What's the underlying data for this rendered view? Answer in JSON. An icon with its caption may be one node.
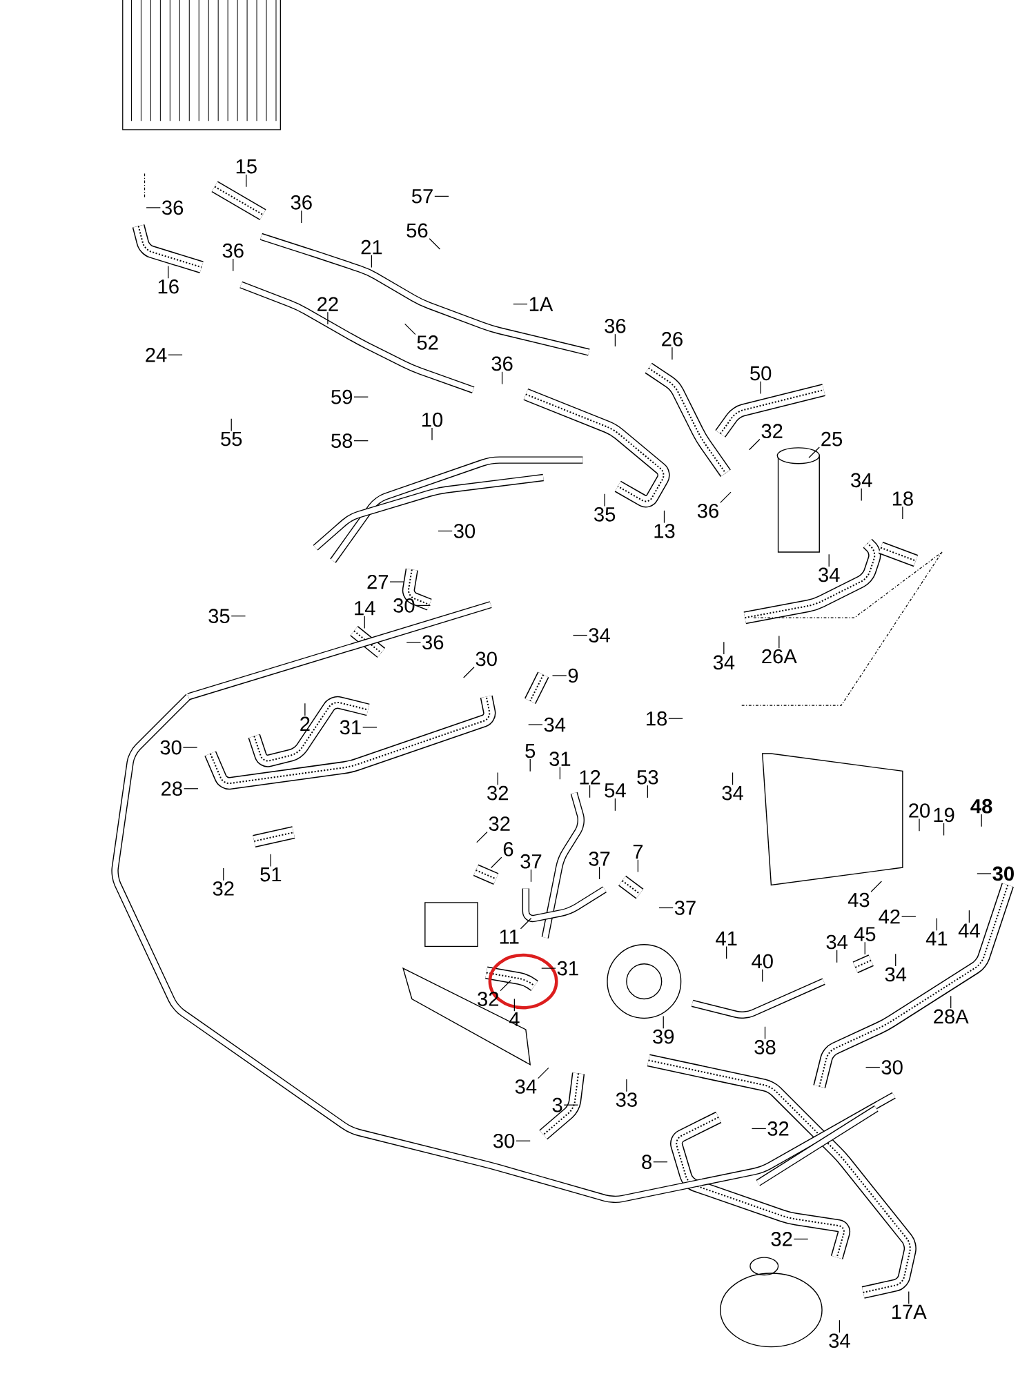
{
  "diagram": {
    "nodes": [
      {
        "text": [
          "36"
        ]
      },
      {
        "text": [
          "15"
        ]
      },
      {
        "text": [
          "36"
        ]
      },
      {
        "text": [
          "16"
        ]
      },
      {
        "text": [
          "36"
        ]
      },
      {
        "text": [
          "21"
        ]
      },
      {
        "text": [
          "57"
        ]
      },
      {
        "text": [
          "56"
        ]
      },
      {
        "text": [
          "1A"
        ]
      },
      {
        "text": [
          "22"
        ]
      },
      {
        "text": [
          "52"
        ]
      },
      {
        "text": [
          "24"
        ]
      },
      {
        "text": [
          "36"
        ]
      },
      {
        "text": [
          "26"
        ]
      },
      {
        "text": [
          "36"
        ]
      },
      {
        "text": [
          "50"
        ]
      },
      {
        "text": [
          "59"
        ]
      },
      {
        "text": [
          "55"
        ]
      },
      {
        "text": [
          "10"
        ]
      },
      {
        "text": [
          "58"
        ]
      },
      {
        "text": [
          "32"
        ]
      },
      {
        "text": [
          "25"
        ]
      },
      {
        "text": [
          "34"
        ]
      },
      {
        "text": [
          "18"
        ]
      },
      {
        "text": [
          "36"
        ]
      },
      {
        "text": [
          "35"
        ]
      },
      {
        "text": [
          "13"
        ]
      },
      {
        "text": [
          "30"
        ]
      },
      {
        "text": [
          "34"
        ]
      },
      {
        "text": [
          "27"
        ]
      },
      {
        "text": [
          "30"
        ]
      },
      {
        "text": [
          "35"
        ]
      },
      {
        "text": [
          "14"
        ]
      },
      {
        "text": [
          "34"
        ]
      },
      {
        "text": [
          "34"
        ]
      },
      {
        "text": [
          "26A"
        ]
      },
      {
        "text": [
          "36"
        ]
      },
      {
        "text": [
          "30"
        ]
      },
      {
        "text": [
          "9"
        ]
      },
      {
        "text": [
          "18"
        ]
      },
      {
        "text": [
          "2"
        ]
      },
      {
        "text": [
          "31"
        ]
      },
      {
        "text": [
          "34"
        ]
      },
      {
        "text": [
          "30"
        ]
      },
      {
        "text": [
          "5"
        ]
      },
      {
        "text": [
          "31"
        ]
      },
      {
        "text": [
          "34"
        ]
      },
      {
        "text": [
          "12"
        ]
      },
      {
        "text": [
          "28"
        ]
      },
      {
        "text": [
          "32"
        ]
      },
      {
        "text": [
          "54"
        ]
      },
      {
        "text": [
          "53"
        ]
      },
      {
        "text": [
          "20"
        ]
      },
      {
        "text": [
          "19"
        ]
      },
      {
        "text": [
          "48"
        ]
      },
      {
        "text": [
          "32"
        ]
      },
      {
        "text": [
          "6"
        ]
      },
      {
        "text": [
          "7"
        ]
      },
      {
        "text": [
          "37"
        ]
      },
      {
        "text": [
          "37"
        ]
      },
      {
        "text": [
          "32"
        ]
      },
      {
        "text": [
          "51"
        ]
      },
      {
        "text": [
          "30"
        ]
      },
      {
        "text": [
          "37"
        ]
      },
      {
        "text": [
          "43"
        ]
      },
      {
        "text": [
          "42"
        ]
      },
      {
        "text": [
          "11"
        ]
      },
      {
        "text": [
          "41"
        ]
      },
      {
        "text": [
          "44"
        ]
      },
      {
        "text": [
          "41"
        ]
      },
      {
        "text": [
          "40"
        ]
      },
      {
        "text": [
          "45"
        ]
      },
      {
        "text": [
          "34"
        ]
      },
      {
        "text": [
          "34"
        ]
      },
      {
        "text": [
          "31"
        ]
      },
      {
        "text": [
          "32"
        ]
      },
      {
        "text": [
          "4"
        ]
      },
      {
        "text": [
          "28A"
        ]
      },
      {
        "text": [
          "39"
        ]
      },
      {
        "text": [
          "38"
        ]
      },
      {
        "text": [
          "30"
        ]
      },
      {
        "text": [
          "34"
        ]
      },
      {
        "text": [
          "33"
        ]
      },
      {
        "text": [
          "3"
        ]
      },
      {
        "text": [
          "32"
        ]
      },
      {
        "text": [
          "30"
        ]
      },
      {
        "text": [
          "8"
        ]
      },
      {
        "text": [
          "32"
        ]
      },
      {
        "text": [
          "17A"
        ]
      },
      {
        "text": [
          "34"
        ]
      }
    ],
    "edges": [
      {
        "from": 0,
        "to": null,
        "arrow": "none"
      },
      {
        "from": 1,
        "to": null,
        "arrow": "none"
      },
      {
        "from": 2,
        "to": null,
        "arrow": "none"
      },
      {
        "from": 3,
        "to": null,
        "arrow": "none"
      },
      {
        "from": 4,
        "to": null,
        "arrow": "none"
      },
      {
        "from": 5,
        "to": null,
        "arrow": "none"
      },
      {
        "from": 6,
        "to": null,
        "arrow": "none"
      },
      {
        "from": 7,
        "to": null,
        "arrow": "none"
      },
      {
        "from": 8,
        "to": null,
        "arrow": "none"
      },
      {
        "from": 9,
        "to": null,
        "arrow": "none"
      },
      {
        "from": 10,
        "to": null,
        "arrow": "none"
      },
      {
        "from": 11,
        "to": null,
        "arrow": "none"
      },
      {
        "from": 12,
        "to": null,
        "arrow": "none"
      },
      {
        "from": 13,
        "to": null,
        "arrow": "none"
      },
      {
        "from": 14,
        "to": null,
        "arrow": "none"
      },
      {
        "from": 15,
        "to": null,
        "arrow": "none"
      },
      {
        "from": 16,
        "to": null,
        "arrow": "none"
      },
      {
        "from": 17,
        "to": null,
        "arrow": "none"
      },
      {
        "from": 18,
        "to": null,
        "arrow": "none"
      },
      {
        "from": 19,
        "to": null,
        "arrow": "none"
      },
      {
        "from": 20,
        "to": null,
        "arrow": "none"
      },
      {
        "from": 21,
        "to": null,
        "arrow": "none"
      },
      {
        "from": 22,
        "to": null,
        "arrow": "none"
      },
      {
        "from": 23,
        "to": null,
        "arrow": "none"
      },
      {
        "from": 24,
        "to": null,
        "arrow": "none"
      },
      {
        "from": 25,
        "to": null,
        "arrow": "none"
      },
      {
        "from": 26,
        "to": null,
        "arrow": "none"
      },
      {
        "from": 27,
        "to": null,
        "arrow": "none"
      },
      {
        "from": 28,
        "to": null,
        "arrow": "none"
      },
      {
        "from": 29,
        "to": null,
        "arrow": "none"
      },
      {
        "from": 30,
        "to": null,
        "arrow": "none"
      },
      {
        "from": 31,
        "to": null,
        "arrow": "none"
      },
      {
        "from": 32,
        "to": null,
        "arrow": "none"
      },
      {
        "from": 33,
        "to": null,
        "arrow": "none"
      },
      {
        "from": 34,
        "to": null,
        "arrow": "none"
      },
      {
        "from": 35,
        "to": null,
        "arrow": "none"
      },
      {
        "from": 36,
        "to": null,
        "arrow": "none"
      },
      {
        "from": 37,
        "to": null,
        "arrow": "none"
      },
      {
        "from": 38,
        "to": null,
        "arrow": "none"
      },
      {
        "from": 39,
        "to": null,
        "arrow": "none"
      },
      {
        "from": 40,
        "to": null,
        "arrow": "none"
      },
      {
        "from": 41,
        "to": null,
        "arrow": "none"
      },
      {
        "from": 42,
        "to": null,
        "arrow": "none"
      },
      {
        "from": 43,
        "to": null,
        "arrow": "none"
      },
      {
        "from": 44,
        "to": null,
        "arrow": "none"
      },
      {
        "from": 45,
        "to": null,
        "arrow": "none"
      },
      {
        "from": 46,
        "to": null,
        "arrow": "none"
      },
      {
        "from": 47,
        "to": null,
        "arrow": "none"
      },
      {
        "from": 48,
        "to": null,
        "arrow": "none"
      },
      {
        "from": 49,
        "to": null,
        "arrow": "none"
      },
      {
        "from": 50,
        "to": null,
        "arrow": "none"
      },
      {
        "from": 51,
        "to": null,
        "arrow": "none"
      },
      {
        "from": 52,
        "to": null,
        "arrow": "none"
      },
      {
        "from": 53,
        "to": null,
        "arrow": "none"
      },
      {
        "from": 54,
        "to": null,
        "arrow": "none"
      },
      {
        "from": 55,
        "to": null,
        "arrow": "none"
      },
      {
        "from": 56,
        "to": null,
        "arrow": "none"
      },
      {
        "from": 57,
        "to": null,
        "arrow": "none"
      },
      {
        "from": 58,
        "to": null,
        "arrow": "none"
      },
      {
        "from": 59,
        "to": null,
        "arrow": "none"
      },
      {
        "from": 60,
        "to": null,
        "arrow": "none"
      },
      {
        "from": 61,
        "to": null,
        "arrow": "none"
      },
      {
        "from": 62,
        "to": null,
        "arrow": "none"
      },
      {
        "from": 63,
        "to": null,
        "arrow": "none"
      },
      {
        "from": 64,
        "to": null,
        "arrow": "none"
      },
      {
        "from": 65,
        "to": null,
        "arrow": "none"
      },
      {
        "from": 66,
        "to": null,
        "arrow": "none"
      },
      {
        "from": 67,
        "to": null,
        "arrow": "none"
      },
      {
        "from": 68,
        "to": null,
        "arrow": "none"
      },
      {
        "from": 69,
        "to": null,
        "arrow": "none"
      },
      {
        "from": 70,
        "to": null,
        "arrow": "none"
      },
      {
        "from": 71,
        "to": null,
        "arrow": "none"
      },
      {
        "from": 72,
        "to": null,
        "arrow": "none"
      },
      {
        "from": 73,
        "to": null,
        "arrow": "none"
      },
      {
        "from": 74,
        "to": null,
        "arrow": "none"
      },
      {
        "from": 75,
        "to": null,
        "arrow": "none"
      },
      {
        "from": 76,
        "to": null,
        "arrow": "none"
      },
      {
        "from": 77,
        "to": null,
        "arrow": "none"
      },
      {
        "from": 78,
        "to": null,
        "arrow": "none"
      },
      {
        "from": 79,
        "to": null,
        "arrow": "none"
      },
      {
        "from": 80,
        "to": null,
        "arrow": "none"
      },
      {
        "from": 81,
        "to": null,
        "arrow": "none"
      },
      {
        "from": 82,
        "to": null,
        "arrow": "none"
      },
      {
        "from": 83,
        "to": null,
        "arrow": "none"
      },
      {
        "from": 84,
        "to": null,
        "arrow": "none"
      },
      {
        "from": 85,
        "to": null,
        "arrow": "none"
      },
      {
        "from": 86,
        "to": null,
        "arrow": "none"
      },
      {
        "from": 87,
        "to": null,
        "arrow": "none"
      },
      {
        "from": 88,
        "to": null,
        "arrow": "none"
      },
      {
        "from": 89,
        "to": null,
        "arrow": "none"
      }
    ]
  }
}
